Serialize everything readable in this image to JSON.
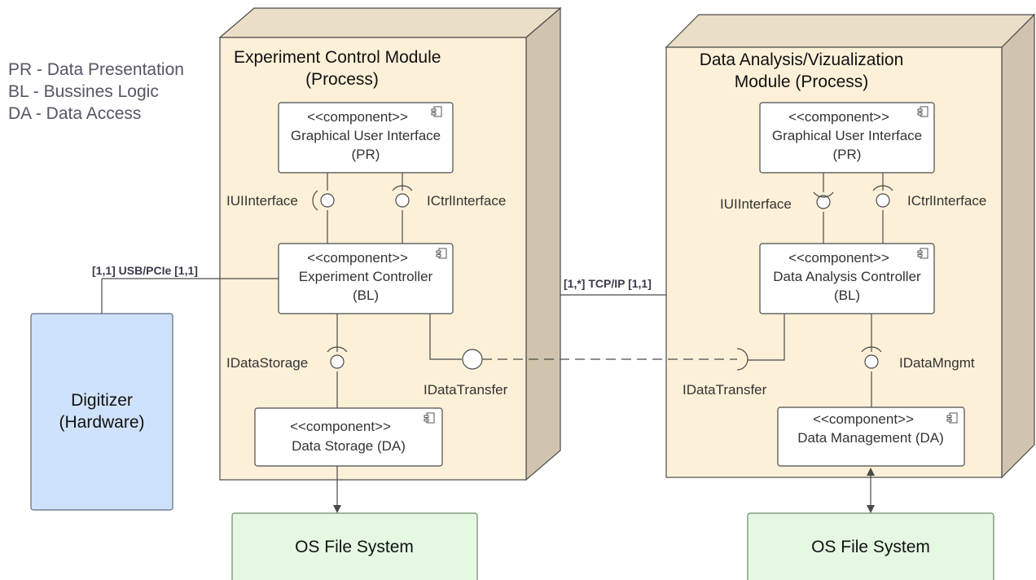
{
  "legend": {
    "line1": "PR - Data Presentation",
    "line2": "BL - Bussines Logic",
    "line3": "DA - Data Access"
  },
  "nodes": {
    "left": {
      "title_line1": "Experiment Control Module",
      "title_line2": "(Process)"
    },
    "right": {
      "title_line1": "Data Analysis/Vizualization",
      "title_line2": "Module (Process)"
    }
  },
  "stereotype": "<<component>>",
  "components": {
    "left_gui": {
      "line1": "Graphical User Interface",
      "line2": "(PR)"
    },
    "left_ctrl": {
      "line1": "Experiment Controller",
      "line2": "(BL)"
    },
    "left_storage": {
      "line1": "Data Storage (DA)"
    },
    "right_gui": {
      "line1": "Graphical User Interface",
      "line2": "(PR)"
    },
    "right_ctrl": {
      "line1": "Data Analysis Controller",
      "line2": "(BL)"
    },
    "right_mgmt": {
      "line1": "Data Management (DA)"
    }
  },
  "interfaces": {
    "left_ui": "IUIInterface",
    "left_ctrl": "ICtrlInterface",
    "left_storage": "IDataStorage",
    "left_transfer": "IDataTransfer",
    "right_ui": "IUIInterface",
    "right_ctrl": "ICtrlInterface",
    "right_transfer": "IDataTransfer",
    "right_mngmt": "IDataMngmt"
  },
  "connections": {
    "usb": "[1,1]  USB/PCIe [1,1]",
    "tcp": "[1,*] TCP/IP [1,1]"
  },
  "hardware": {
    "line1": "Digitizer",
    "line2": "(Hardware)"
  },
  "filesystems": {
    "left": "OS File System",
    "right": "OS File System"
  },
  "colors": {
    "node_face": "#fdf0d8",
    "node_side": "#d1c4ae",
    "node_top": "#ebdec6",
    "hardware": "#cfe2fb",
    "filesystem": "#e4f8e2",
    "stroke": "#4a4a4a"
  }
}
